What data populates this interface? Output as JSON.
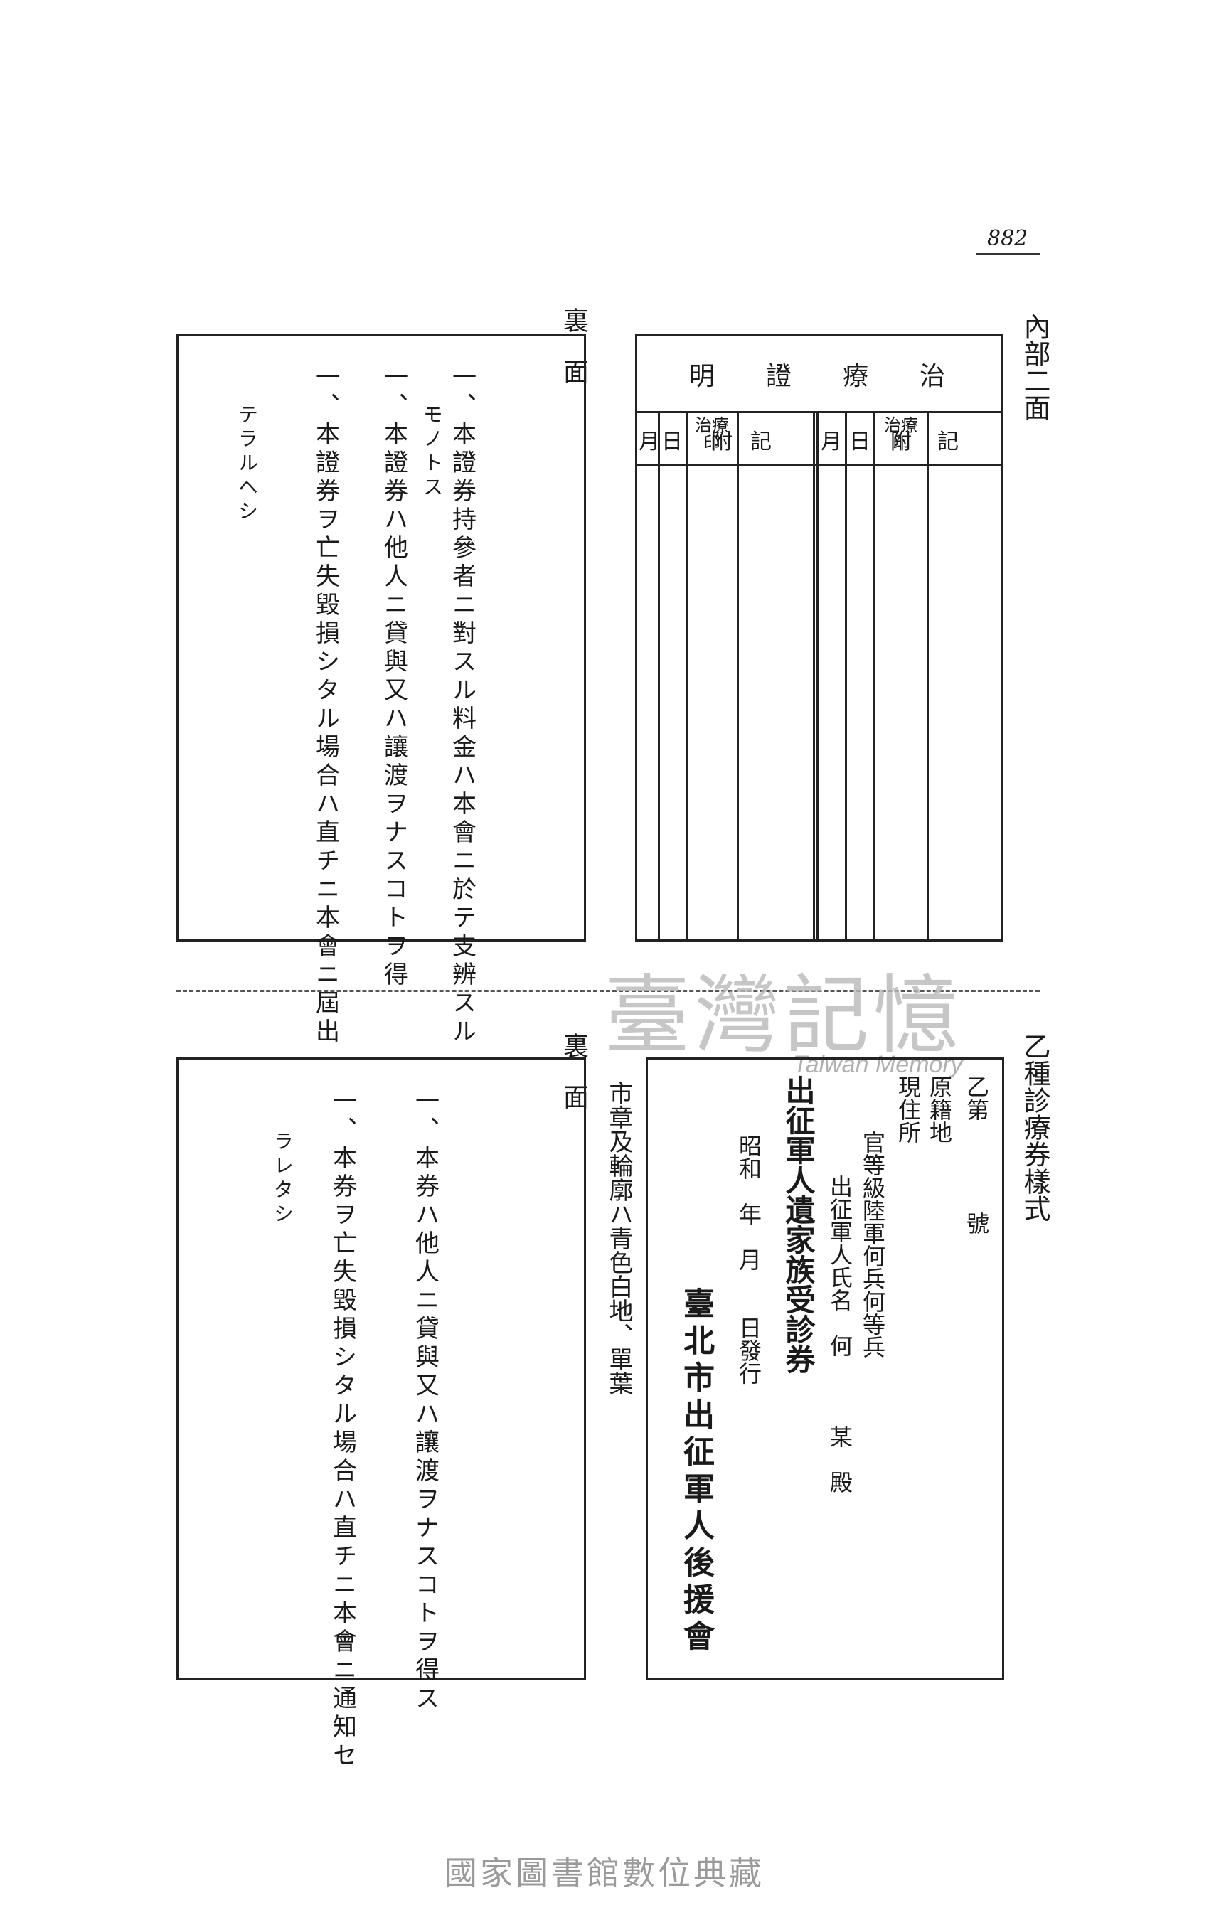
{
  "page_number": "882",
  "section_top": {
    "side_label": "內部二面",
    "back_label": "裏　面",
    "certificate": {
      "title_chars": [
        "明",
        "證",
        "療",
        "治"
      ],
      "columns": [
        "記",
        "附",
        "治療印",
        "日",
        "月",
        "記",
        "附",
        "治療印",
        "日",
        "月"
      ]
    },
    "back_rules": [
      "一、本證券持參者ニ對スル料金ハ本會ニ於テ支辨スル",
      "モノトス",
      "一、本證券ハ他人ニ貸與又ハ讓渡ヲナスコトヲ得",
      "一、本證券ヲ亡失毀損シタル場合ハ直チニ本會ニ屆出",
      "テラルヘシ"
    ]
  },
  "section_bottom": {
    "side_label": "乙種診療券樣式",
    "back_label": "裏　面",
    "ticket": {
      "serial": "乙第　　　　號",
      "origin": "原籍地",
      "residence": "現住所",
      "rank": "官等級陸軍何兵何等兵",
      "soldier_name": "出征軍人氏名　何　　　某　殿",
      "title": "出征軍人遺家族受診券",
      "issue_date": "昭和　年　月　　日發行",
      "issuer": "臺北市出征軍人後援會"
    },
    "note": "市章及輪廓ハ青色白地、單葉",
    "back_rules": [
      "一、本券ハ他人ニ貸與又ハ讓渡ヲナスコトヲ得ス",
      "一、本券ヲ亡失毀損シタル場合ハ直チニ本會ニ通知セ",
      "ラレタシ"
    ]
  },
  "watermark": {
    "chinese": "臺灣記憶",
    "english": "Taiwan Memory"
  },
  "footer": "國家圖書館數位典藏"
}
